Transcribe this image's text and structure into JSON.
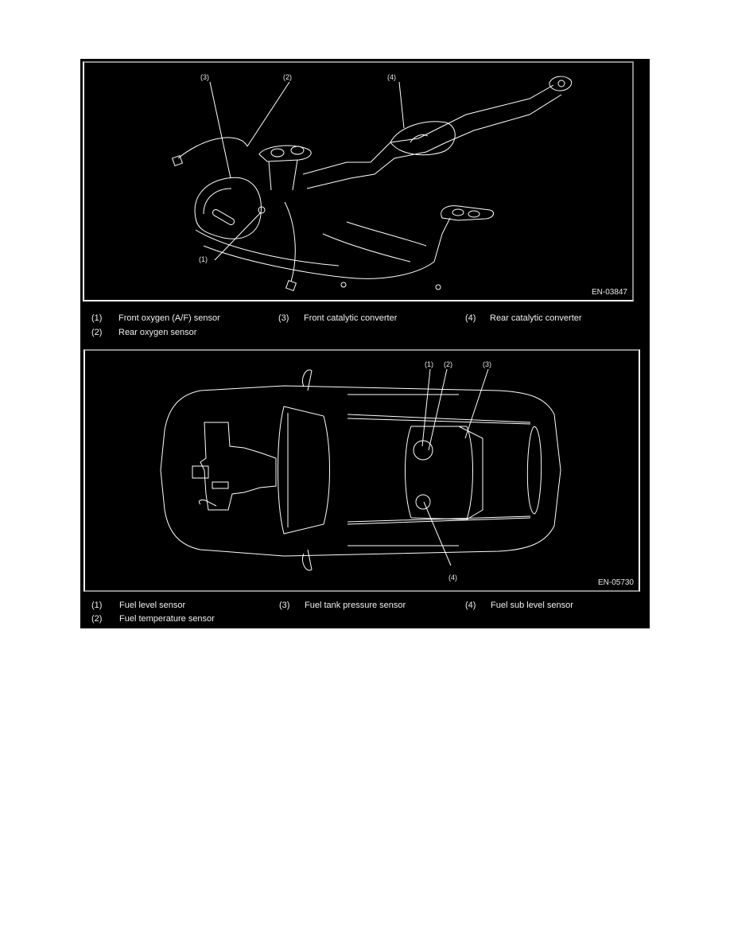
{
  "figures": [
    {
      "id": "EN-03847",
      "callouts": [
        "(1)",
        "(2)",
        "(3)",
        "(4)"
      ],
      "legend": [
        {
          "num": "(1)",
          "label": "Front oxygen (A/F) sensor"
        },
        {
          "num": "(3)",
          "label": "Front catalytic converter"
        },
        {
          "num": "(4)",
          "label": "Rear catalytic converter"
        },
        {
          "num": "(2)",
          "label": "Rear oxygen sensor"
        }
      ]
    },
    {
      "id": "EN-05730",
      "callouts": [
        "(1)",
        "(2)",
        "(3)",
        "(4)"
      ],
      "legend": [
        {
          "num": "(1)",
          "label": "Fuel level sensor"
        },
        {
          "num": "(3)",
          "label": "Fuel tank pressure sensor"
        },
        {
          "num": "(4)",
          "label": "Fuel sub level sensor"
        },
        {
          "num": "(2)",
          "label": "Fuel temperature sensor"
        }
      ]
    }
  ],
  "colors": {
    "background": "#000000",
    "line": "#ffffff",
    "page": "#ffffff"
  }
}
